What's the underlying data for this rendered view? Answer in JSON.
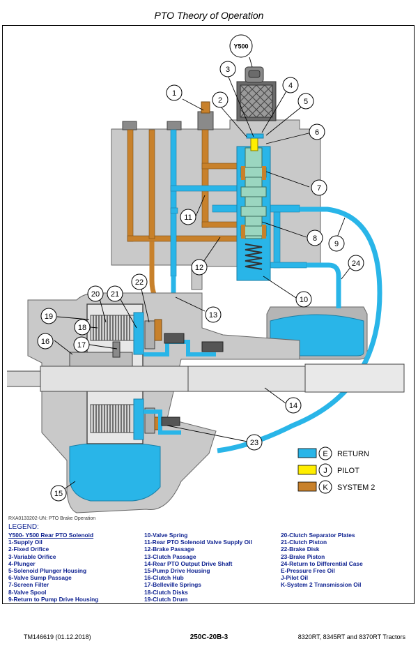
{
  "header": {
    "title": "PTO Theory of Operation"
  },
  "solenoid_tag": "Y500",
  "callouts": [
    "1",
    "2",
    "3",
    "4",
    "5",
    "6",
    "7",
    "8",
    "9",
    "10",
    "11",
    "12",
    "13",
    "14",
    "15",
    "16",
    "17",
    "18",
    "19",
    "20",
    "21",
    "22",
    "23",
    "24"
  ],
  "key": [
    {
      "letter": "E",
      "label": "RETURN",
      "color": "#29b5e8"
    },
    {
      "letter": "J",
      "label": "PILOT",
      "color": "#ffee00"
    },
    {
      "letter": "K",
      "label": "SYSTEM 2",
      "color": "#c8812b"
    }
  ],
  "figure_ref": "RXA0133202-UN: PTO Brake Operation",
  "legend": {
    "title": "LEGEND:",
    "col1": [
      "Y500- Y500 Rear PTO Solenoid",
      "1-Supply Oil",
      "2-Fixed Orifice",
      "3-Variable Orifice",
      "4-Plunger",
      "5-Solenoid Plunger Housing",
      "6-Valve Sump Passage",
      "7-Screen Filter",
      "8-Valve Spool",
      "9-Return to Pump Drive Housing"
    ],
    "col2": [
      "10-Valve Spring",
      "11-Rear PTO Solenoid Valve Supply Oil",
      "12-Brake Passage",
      "13-Clutch Passage",
      "14-Rear PTO Output Drive Shaft",
      "15-Pump Drive Housing",
      "16-Clutch Hub",
      "17-Belleville Springs",
      "18-Clutch Disks",
      "19-Clutch Drum"
    ],
    "col3": [
      "20-Clutch Separator Plates",
      "21-Clutch Piston",
      "22-Brake Disk",
      "23-Brake Piston",
      "24-Return to Differential Case",
      "E-Pressure Free Oil",
      "J-Pilot Oil",
      "K-System 2 Transmission Oil"
    ]
  },
  "footer": {
    "left": "TM146619 (01.12.2018)",
    "center": "250C-20B-3",
    "right": "8320RT, 8345RT and 8370RT Tractors"
  }
}
